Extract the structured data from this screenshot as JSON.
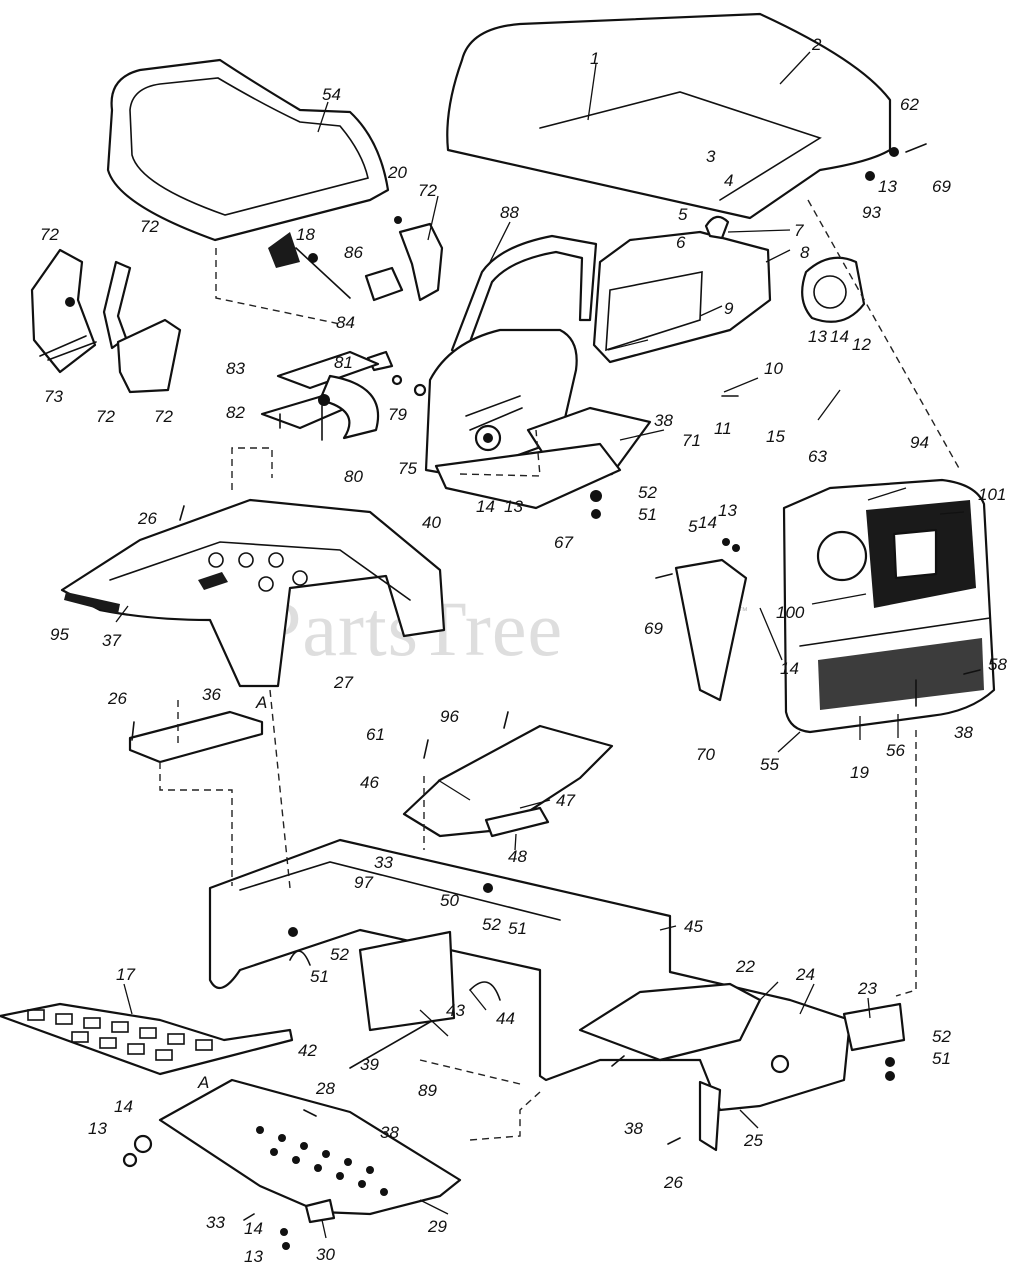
{
  "watermark": {
    "text": "PartsTree",
    "mark": "™"
  },
  "callouts": [
    {
      "id": "c-1",
      "text": "1"
    },
    {
      "id": "c-2",
      "text": "2"
    },
    {
      "id": "c-54",
      "text": "54"
    },
    {
      "id": "c-62",
      "text": "62"
    },
    {
      "id": "c-3",
      "text": "3"
    },
    {
      "id": "c-4",
      "text": "4"
    },
    {
      "id": "c-13a",
      "text": "13"
    },
    {
      "id": "c-69a",
      "text": "69"
    },
    {
      "id": "c-93",
      "text": "93"
    },
    {
      "id": "c-5a",
      "text": "5"
    },
    {
      "id": "c-6",
      "text": "6"
    },
    {
      "id": "c-7",
      "text": "7"
    },
    {
      "id": "c-88",
      "text": "88"
    },
    {
      "id": "c-8",
      "text": "8"
    },
    {
      "id": "c-9",
      "text": "9"
    },
    {
      "id": "c-20",
      "text": "20"
    },
    {
      "id": "c-72a",
      "text": "72"
    },
    {
      "id": "c-18",
      "text": "18"
    },
    {
      "id": "c-86",
      "text": "86"
    },
    {
      "id": "c-72b",
      "text": "72"
    },
    {
      "id": "c-72c",
      "text": "72"
    },
    {
      "id": "c-73",
      "text": "73"
    },
    {
      "id": "c-72d",
      "text": "72"
    },
    {
      "id": "c-72e",
      "text": "72"
    },
    {
      "id": "c-84",
      "text": "84"
    },
    {
      "id": "c-83",
      "text": "83"
    },
    {
      "id": "c-81",
      "text": "81"
    },
    {
      "id": "c-82",
      "text": "82"
    },
    {
      "id": "c-79",
      "text": "79"
    },
    {
      "id": "c-80",
      "text": "80"
    },
    {
      "id": "c-75",
      "text": "75"
    },
    {
      "id": "c-10",
      "text": "10"
    },
    {
      "id": "c-11",
      "text": "11"
    },
    {
      "id": "c-13b",
      "text": "13"
    },
    {
      "id": "c-14a",
      "text": "14"
    },
    {
      "id": "c-12",
      "text": "12"
    },
    {
      "id": "c-15",
      "text": "15"
    },
    {
      "id": "c-38a",
      "text": "38"
    },
    {
      "id": "c-71",
      "text": "71"
    },
    {
      "id": "c-52a",
      "text": "52"
    },
    {
      "id": "c-51a",
      "text": "51"
    },
    {
      "id": "c-14b",
      "text": "14"
    },
    {
      "id": "c-13c",
      "text": "13"
    },
    {
      "id": "c-40",
      "text": "40"
    },
    {
      "id": "c-67",
      "text": "67"
    },
    {
      "id": "c-63",
      "text": "63"
    },
    {
      "id": "c-94",
      "text": "94"
    },
    {
      "id": "c-101",
      "text": "101"
    },
    {
      "id": "c-26a",
      "text": "26"
    },
    {
      "id": "c-5b",
      "text": "5"
    },
    {
      "id": "c-14c",
      "text": "14"
    },
    {
      "id": "c-13d",
      "text": "13"
    },
    {
      "id": "c-69b",
      "text": "69"
    },
    {
      "id": "c-100",
      "text": "100"
    },
    {
      "id": "c-95",
      "text": "95"
    },
    {
      "id": "c-37",
      "text": "37"
    },
    {
      "id": "c-14d",
      "text": "14"
    },
    {
      "id": "c-27",
      "text": "27"
    },
    {
      "id": "c-58",
      "text": "58"
    },
    {
      "id": "c-26b",
      "text": "26"
    },
    {
      "id": "c-36",
      "text": "36"
    },
    {
      "id": "c-A1",
      "text": "A"
    },
    {
      "id": "c-70",
      "text": "70"
    },
    {
      "id": "c-38b",
      "text": "38"
    },
    {
      "id": "c-55",
      "text": "55"
    },
    {
      "id": "c-56",
      "text": "56"
    },
    {
      "id": "c-19",
      "text": "19"
    },
    {
      "id": "c-96",
      "text": "96"
    },
    {
      "id": "c-61",
      "text": "61"
    },
    {
      "id": "c-46",
      "text": "46"
    },
    {
      "id": "c-47",
      "text": "47"
    },
    {
      "id": "c-48",
      "text": "48"
    },
    {
      "id": "c-33a",
      "text": "33"
    },
    {
      "id": "c-97",
      "text": "97"
    },
    {
      "id": "c-50",
      "text": "50"
    },
    {
      "id": "c-52b",
      "text": "52"
    },
    {
      "id": "c-51b",
      "text": "51"
    },
    {
      "id": "c-45",
      "text": "45"
    },
    {
      "id": "c-52c",
      "text": "52"
    },
    {
      "id": "c-51c",
      "text": "51"
    },
    {
      "id": "c-17",
      "text": "17"
    },
    {
      "id": "c-44",
      "text": "44"
    },
    {
      "id": "c-43",
      "text": "43"
    },
    {
      "id": "c-42",
      "text": "42"
    },
    {
      "id": "c-39",
      "text": "39"
    },
    {
      "id": "c-22",
      "text": "22"
    },
    {
      "id": "c-24",
      "text": "24"
    },
    {
      "id": "c-23",
      "text": "23"
    },
    {
      "id": "c-52d",
      "text": "52"
    },
    {
      "id": "c-51d",
      "text": "51"
    },
    {
      "id": "c-89",
      "text": "89"
    },
    {
      "id": "c-28",
      "text": "28"
    },
    {
      "id": "c-A2",
      "text": "A"
    },
    {
      "id": "c-14e",
      "text": "14"
    },
    {
      "id": "c-13e",
      "text": "13"
    },
    {
      "id": "c-38c",
      "text": "38"
    },
    {
      "id": "c-38d",
      "text": "38"
    },
    {
      "id": "c-25",
      "text": "25"
    },
    {
      "id": "c-26c",
      "text": "26"
    },
    {
      "id": "c-33b",
      "text": "33"
    },
    {
      "id": "c-29",
      "text": "29"
    },
    {
      "id": "c-14f",
      "text": "14"
    },
    {
      "id": "c-13f",
      "text": "13"
    },
    {
      "id": "c-30",
      "text": "30"
    }
  ]
}
